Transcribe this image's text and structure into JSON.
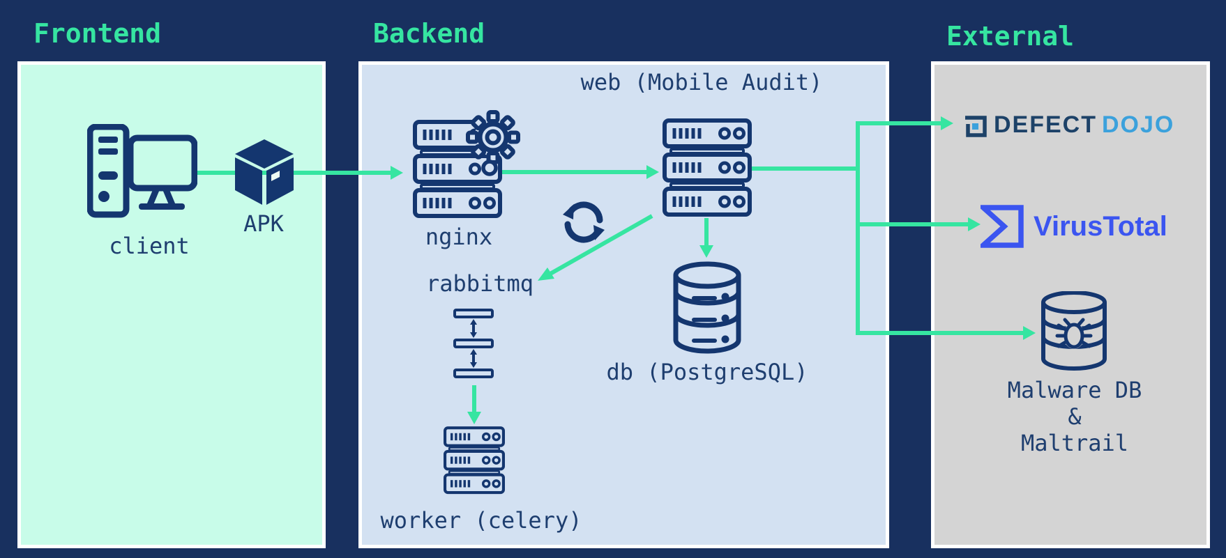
{
  "colors": {
    "background": "#18305f",
    "accent_green": "#36e5a1",
    "icon_navy": "#14366f",
    "label_navy": "#1e3e6f",
    "frontend_bg": "#c8fce9",
    "backend_bg": "#d3e1f2",
    "external_bg": "#d4d4d4",
    "virustotal_blue": "#3b55f0",
    "defectdojo_navy": "#1d4268",
    "defectdojo_blue": "#3ba1dc"
  },
  "sections": {
    "frontend": {
      "title": "Frontend"
    },
    "backend": {
      "title": "Backend"
    },
    "external": {
      "title": "External"
    }
  },
  "nodes": {
    "client": {
      "label": "client"
    },
    "apk": {
      "label": "APK"
    },
    "nginx": {
      "label": "nginx"
    },
    "web": {
      "label": "web (Mobile Audit)"
    },
    "rabbitmq": {
      "label": "rabbitmq"
    },
    "worker": {
      "label": "worker (celery)"
    },
    "db": {
      "label": "db (PostgreSQL)"
    },
    "defectdojo": {
      "word1": "DEFECT",
      "word2": "DOJO"
    },
    "virustotal": {
      "label": "VirusTotal"
    },
    "malware": {
      "line1": "Malware DB",
      "line2": "&",
      "line3": "Maltrail"
    }
  }
}
